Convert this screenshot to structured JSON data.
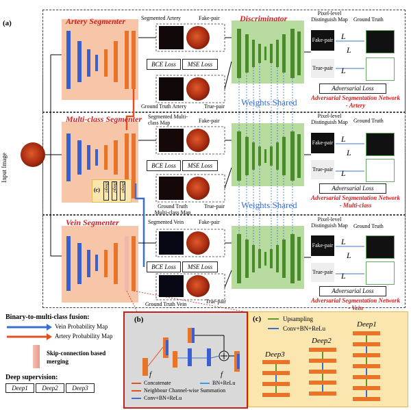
{
  "panel_a": "(a)",
  "input_image": "Input Image",
  "rows": [
    {
      "segmenter": "Artery Segmenter",
      "seg_out": "Segmented Artery",
      "gt": "Ground Truth Artery",
      "adv": "Adversarial Segmentation Network - Artery",
      "disc": "Discriminator"
    },
    {
      "segmenter": "Multi-class Segmenter",
      "seg_out": "Segmented Multi-class Map",
      "gt": "Ground Truth Multi-class Map",
      "adv": "Adversarial Segmentation Network - Multi-class",
      "disc": ""
    },
    {
      "segmenter": "Vein Segmenter",
      "seg_out": "Segmented Vein",
      "gt": "Ground Truth Vein",
      "adv": "Adversarial Segmentation Network - Vein",
      "disc": ""
    }
  ],
  "fake_pair": "Fake-pair",
  "true_pair": "True-pair",
  "bce_loss": "BCE Loss",
  "mse_loss": "MSE Loss",
  "pixel_map": "Pixel-level Distinguish Map",
  "ground_truth": "Ground Truth",
  "adversarial_loss": "Adversarial Loss",
  "weights_shared": "Weights Shared",
  "loss_d1": "L",
  "loss_g": "L",
  "loss_d2": "L",
  "c_label": "(c)",
  "deep_labels": [
    "Deep1",
    "Deep2",
    "Deep3"
  ],
  "legend": {
    "title": "Binary-to-multi-class fusion:",
    "vein": "Vein Probability Map",
    "artery": "Artery Probability Map",
    "skip": "Skip-connection based merging",
    "deep_title": "Deep supervision:"
  },
  "panel_b": {
    "label": "(b)",
    "f": "f",
    "fo": "f",
    "concat": "Concatenate",
    "neighbour": "Neighbour Channel-wise Summation",
    "conv": "Conv+BN+ReLu",
    "bnrelu": "BN+ReLu"
  },
  "panel_c": {
    "label": "(c)",
    "upsampling": "Upsampling",
    "conv": "Conv+BN+ReLu",
    "deep1": "Deep1",
    "deep2": "Deep2",
    "deep3": "Deep3"
  },
  "colors": {
    "red": "#d02020",
    "blue": "#3a6fd0",
    "orange": "#e8742a",
    "green": "#5a9a2a"
  }
}
